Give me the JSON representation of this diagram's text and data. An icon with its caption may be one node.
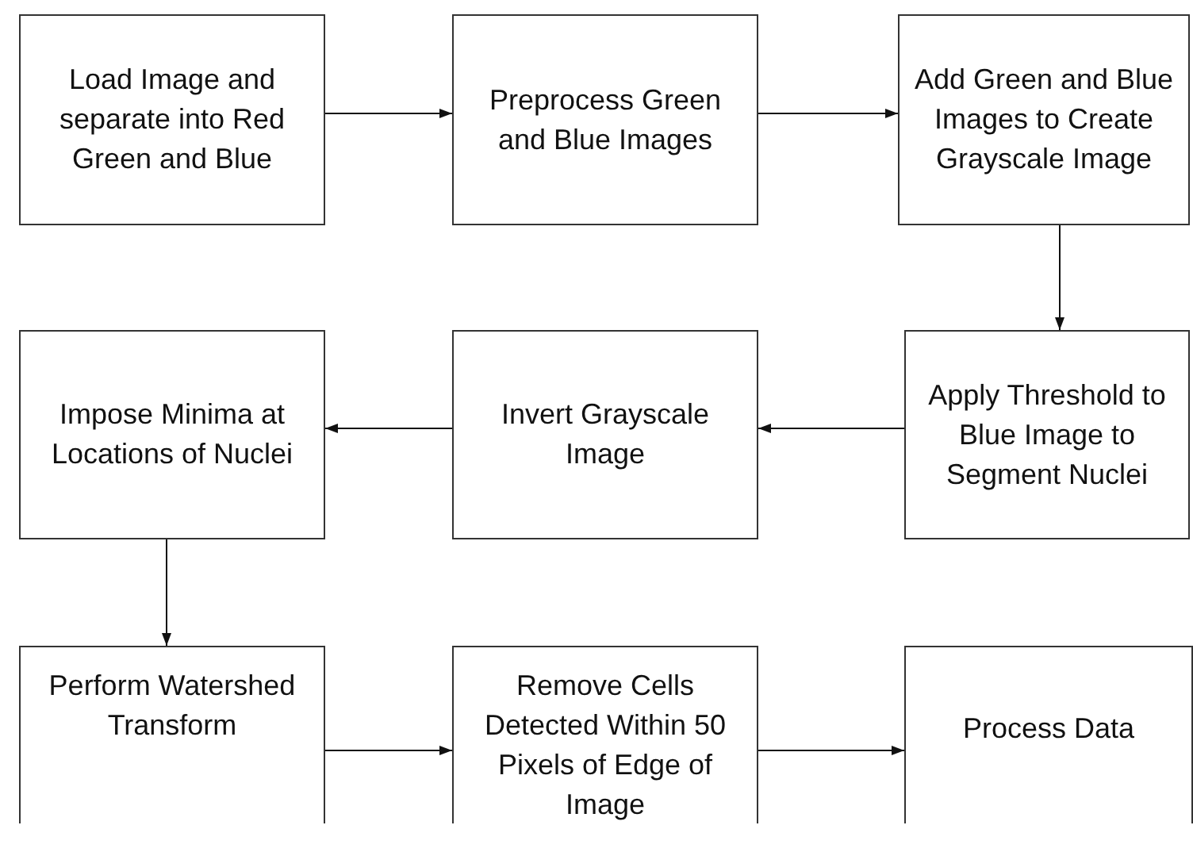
{
  "diagram": {
    "nodes": [
      {
        "text": [
          "Load Image and separate into Red Green and Blue"
        ]
      },
      {
        "text": [
          "Preprocess Green and Blue Images"
        ]
      },
      {
        "text": [
          "Add Green and Blue Images to Create Grayscale Image"
        ]
      },
      {
        "text": [
          "Impose Minima at Locations of Nuclei"
        ]
      },
      {
        "text": [
          "Invert Grayscale Image"
        ]
      },
      {
        "text": [
          "Apply Threshold to Blue Image to Segment Nuclei"
        ]
      },
      {
        "text": [
          "Perform Watershed Transform"
        ]
      },
      {
        "text": [
          "Remove Cells Detected Within 50 Pixels of Edge of Image"
        ]
      },
      {
        "text": [
          "Process Data"
        ]
      }
    ],
    "edges": [
      {
        "from": 0,
        "to": 1,
        "arrow": "to"
      },
      {
        "from": 1,
        "to": 2,
        "arrow": "to"
      },
      {
        "from": 2,
        "to": 5,
        "arrow": "to"
      },
      {
        "from": 5,
        "to": 4,
        "arrow": "to"
      },
      {
        "from": 4,
        "to": 3,
        "arrow": "to"
      },
      {
        "from": 3,
        "to": 6,
        "arrow": "to"
      },
      {
        "from": 6,
        "to": 7,
        "arrow": "to"
      },
      {
        "from": 7,
        "to": 8,
        "arrow": "to"
      }
    ]
  }
}
